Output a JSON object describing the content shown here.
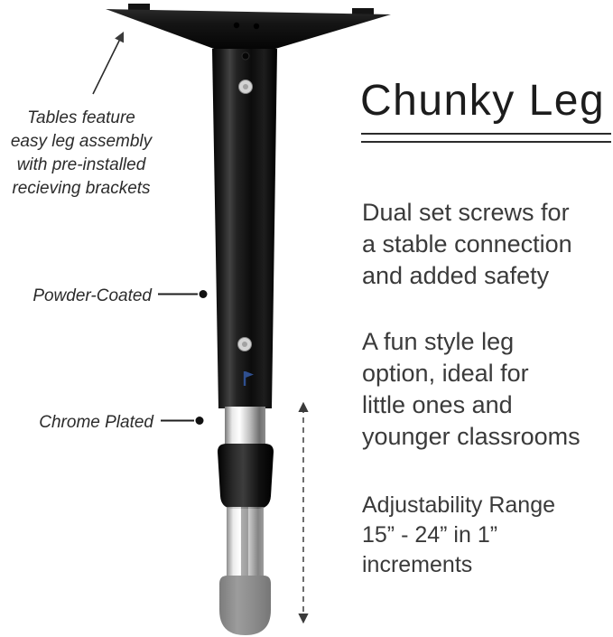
{
  "title": "Chunky Leg",
  "callouts": {
    "assembly_note": "Tables feature\neasy leg assembly\nwith pre-installed\nrecieving brackets",
    "powder_coated": "Powder-Coated",
    "chrome_plated": "Chrome Plated"
  },
  "features": {
    "set_screws": "Dual set screws for\na stable connection\nand added safety",
    "fun_style": "A fun style leg\noption, ideal for\nlittle ones and\nyounger classrooms",
    "adjustability": "Adjustability Range\n15” - 24” in 1” increments"
  },
  "colors": {
    "leg_black": "#141414",
    "chrome_silver": "#d9d9d9",
    "ghost_gray": "#8f8f8f",
    "text_dark": "#2e2e2e",
    "accent_blue": "#2f4f8f"
  }
}
